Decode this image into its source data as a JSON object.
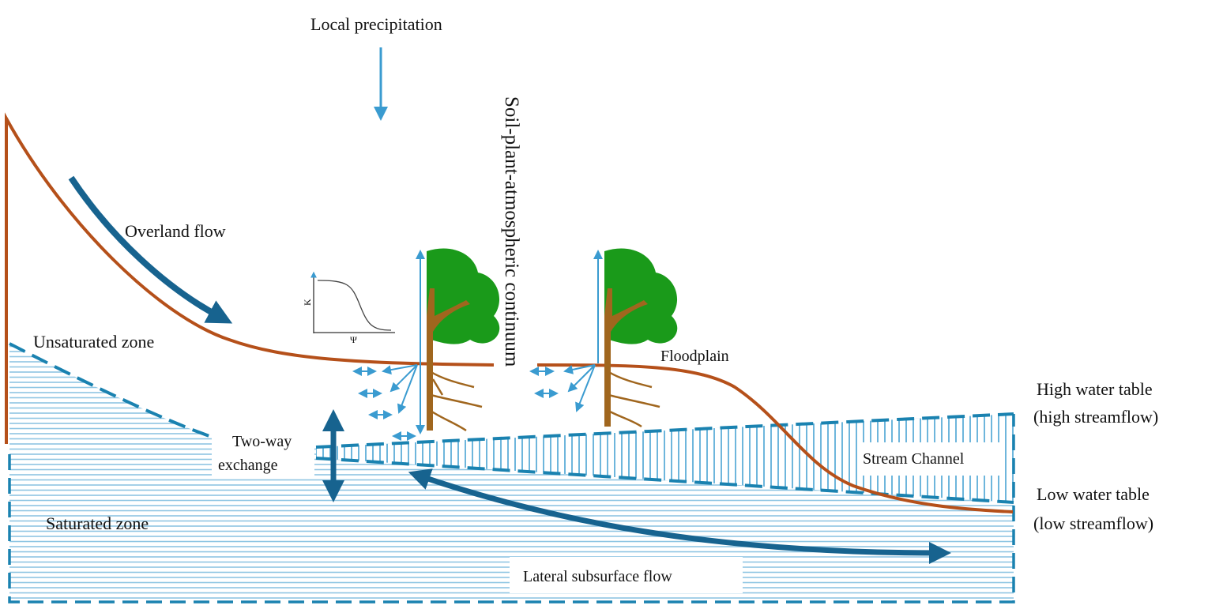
{
  "labels": {
    "precipitation": "Local precipitation",
    "overland_flow": "Overland flow",
    "unsaturated_zone": "Unsaturated zone",
    "spac": "Soil-plant-atmospheric continuum",
    "floodplain": "Floodplain",
    "high_water_table_1": "High water table",
    "high_water_table_2": "(high streamflow)",
    "low_water_table_1": "Low water table",
    "low_water_table_2": "(low streamflow)",
    "two_way_1": "Two-way",
    "two_way_2": "exchange",
    "stream_channel": "Stream Channel",
    "saturated_zone": "Saturated zone",
    "lateral_flow": "Lateral subsurface flow",
    "inset_y_axis": "K",
    "inset_x_axis": "Ψ"
  },
  "colors": {
    "ground_surface": "#b5501a",
    "flow_arrow_dark": "#17638f",
    "flow_arrow_light": "#3a9bd0",
    "hatch": "#8ec5e3",
    "tree_crown": "#1a9a1a",
    "tree_trunk": "#a0661e"
  }
}
